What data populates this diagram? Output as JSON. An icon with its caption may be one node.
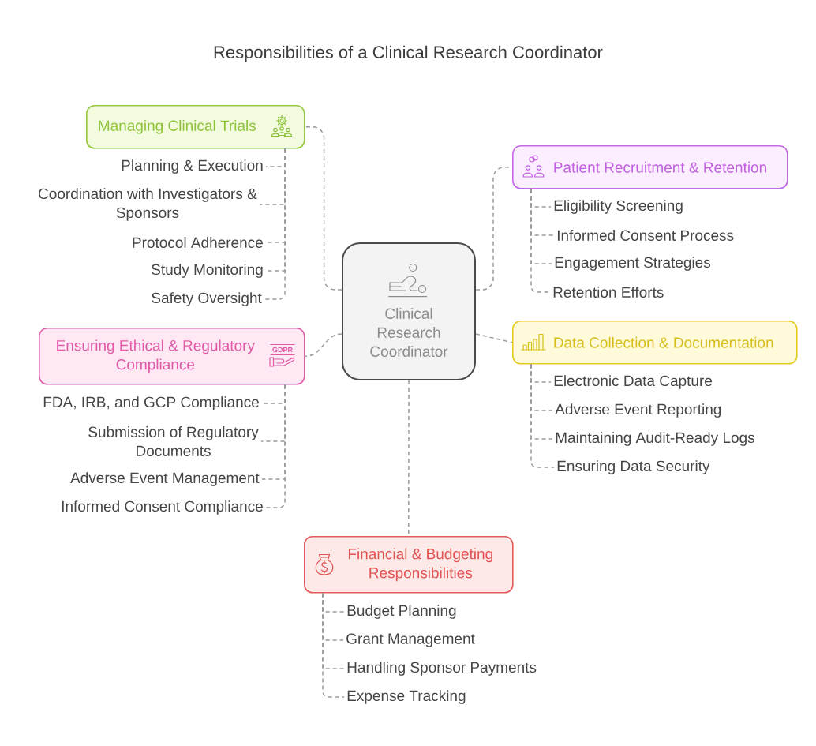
{
  "diagram": {
    "title": "Responsibilities of a Clinical Research Coordinator",
    "nodes": [
      {
        "text": [
          "Clinical Research Coordinator"
        ]
      },
      {
        "text": [
          "Managing Clinical Trials"
        ]
      },
      {
        "text": [
          "Planning & Execution"
        ]
      },
      {
        "text": [
          "Coordination with Investigators & Sponsors"
        ]
      },
      {
        "text": [
          "Protocol Adherence"
        ]
      },
      {
        "text": [
          "Study Monitoring"
        ]
      },
      {
        "text": [
          "Safety Oversight"
        ]
      },
      {
        "text": [
          "Patient Recruitment & Retention"
        ]
      },
      {
        "text": [
          "Eligibility Screening"
        ]
      },
      {
        "text": [
          "Informed Consent Process"
        ]
      },
      {
        "text": [
          "Engagement Strategies"
        ]
      },
      {
        "text": [
          "Retention Efforts"
        ]
      },
      {
        "text": [
          "Ensuring Ethical & Regulatory Compliance"
        ]
      },
      {
        "text": [
          "FDA, IRB, and GCP Compliance"
        ]
      },
      {
        "text": [
          "Submission of Regulatory Documents"
        ]
      },
      {
        "text": [
          "Adverse Event Management"
        ]
      },
      {
        "text": [
          "Informed Consent Compliance"
        ]
      },
      {
        "text": [
          "Data Collection & Documentation"
        ]
      },
      {
        "text": [
          "Electronic Data Capture"
        ]
      },
      {
        "text": [
          "Adverse Event Reporting"
        ]
      },
      {
        "text": [
          "Maintaining Audit-Ready Logs"
        ]
      },
      {
        "text": [
          "Ensuring Data Security"
        ]
      },
      {
        "text": [
          "Financial & Budgeting Responsibilities"
        ]
      },
      {
        "text": [
          "Budget Planning"
        ]
      },
      {
        "text": [
          "Grant Management"
        ]
      },
      {
        "text": [
          "Handling Sponsor Payments"
        ]
      },
      {
        "text": [
          "Expense Tracking"
        ]
      }
    ],
    "edges": [
      {
        "from": 0,
        "to": 1,
        "arrow": "none",
        "style": "dashed"
      },
      {
        "from": 0,
        "to": 7,
        "arrow": "none",
        "style": "dashed"
      },
      {
        "from": 0,
        "to": 12,
        "arrow": "none",
        "style": "dashed"
      },
      {
        "from": 0,
        "to": 17,
        "arrow": "none",
        "style": "dashed"
      },
      {
        "from": 0,
        "to": 22,
        "arrow": "none",
        "style": "dashed"
      },
      {
        "from": 1,
        "to": 2,
        "arrow": "none",
        "style": "dashed"
      },
      {
        "from": 1,
        "to": 3,
        "arrow": "none",
        "style": "dashed"
      },
      {
        "from": 1,
        "to": 4,
        "arrow": "none",
        "style": "dashed"
      },
      {
        "from": 1,
        "to": 5,
        "arrow": "none",
        "style": "dashed"
      },
      {
        "from": 1,
        "to": 6,
        "arrow": "none",
        "style": "dashed"
      },
      {
        "from": 7,
        "to": 8,
        "arrow": "none",
        "style": "dashed"
      },
      {
        "from": 7,
        "to": 9,
        "arrow": "none",
        "style": "dashed"
      },
      {
        "from": 7,
        "to": 10,
        "arrow": "none",
        "style": "dashed"
      },
      {
        "from": 7,
        "to": 11,
        "arrow": "none",
        "style": "dashed"
      },
      {
        "from": 12,
        "to": 13,
        "arrow": "none",
        "style": "dashed"
      },
      {
        "from": 12,
        "to": 14,
        "arrow": "none",
        "style": "dashed"
      },
      {
        "from": 12,
        "to": 15,
        "arrow": "none",
        "style": "dashed"
      },
      {
        "from": 12,
        "to": 16,
        "arrow": "none",
        "style": "dashed"
      },
      {
        "from": 17,
        "to": 18,
        "arrow": "none",
        "style": "dashed"
      },
      {
        "from": 17,
        "to": 19,
        "arrow": "none",
        "style": "dashed"
      },
      {
        "from": 17,
        "to": 20,
        "arrow": "none",
        "style": "dashed"
      },
      {
        "from": 17,
        "to": 21,
        "arrow": "none",
        "style": "dashed"
      },
      {
        "from": 22,
        "to": 23,
        "arrow": "none",
        "style": "dashed"
      },
      {
        "from": 22,
        "to": 24,
        "arrow": "none",
        "style": "dashed"
      },
      {
        "from": 22,
        "to": 25,
        "arrow": "none",
        "style": "dashed"
      },
      {
        "from": 22,
        "to": 26,
        "arrow": "none",
        "style": "dashed"
      }
    ],
    "labels": [
      "GDPR"
    ]
  }
}
